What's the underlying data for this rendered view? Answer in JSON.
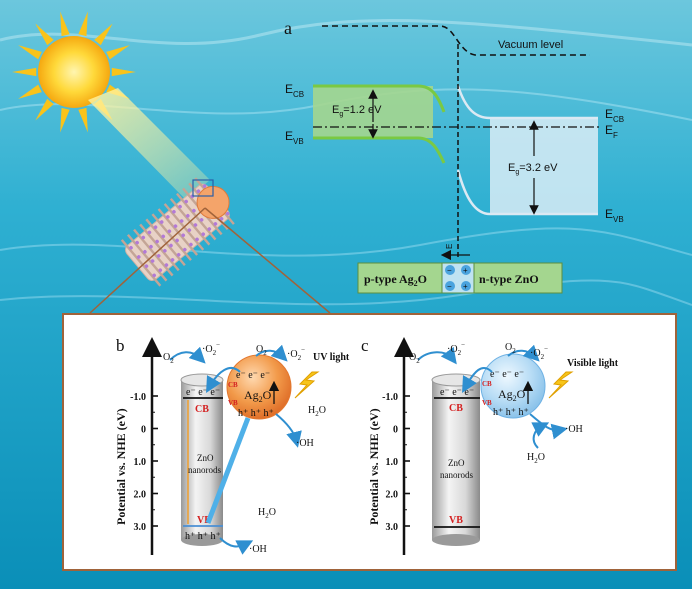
{
  "panel_a": {
    "letter": "a",
    "vacuum_level": "Vacuum level",
    "ag2o": {
      "ecb": "E",
      "ecb_sub": "CB",
      "evb": "E",
      "evb_sub": "VB",
      "eg": "E",
      "eg_sub": "g",
      "eg_val": "=1.2 eV"
    },
    "zno": {
      "ecb": "E",
      "ecb_sub": "CB",
      "ef": "E",
      "ef_sub": "F",
      "evb": "E",
      "evb_sub": "VB",
      "eg": "E",
      "eg_sub": "g",
      "eg_val": "=3.2 eV"
    },
    "junction": {
      "left": "p-type Ag",
      "left_sub": "2",
      "left_end": "O",
      "right": "n-type ZnO",
      "field_label": "E",
      "minus": "−",
      "plus": "+"
    }
  },
  "panel_b": {
    "letter": "b",
    "axis_title": "Potential   vs. NHE (eV)",
    "ticks": [
      "-1.0",
      "0",
      "1.0",
      "2.0",
      "3.0"
    ],
    "o2": "O",
    "o2_sub": "2",
    "o2_radical": "·O",
    "o2_radical_sub": "2",
    "o2_radical_sup": "−",
    "electrons": "e⁻  e⁻  e⁻",
    "holes": "h⁺  h⁺  h⁺",
    "zno_cb": "CB",
    "zno_vb": "VB",
    "zno_label_1": "ZnO",
    "zno_label_2": "nanorods",
    "ag2o": "Ag",
    "ag2o_sub": "2",
    "ag2o_end": "O",
    "sphere_cb": "CB",
    "sphere_vb": "VB",
    "light": "UV light",
    "h2o": "H",
    "h2o_sub": "2",
    "h2o_end": "O",
    "oh": "·OH"
  },
  "panel_c": {
    "letter": "c",
    "axis_title": "Potential   vs. NHE (eV)",
    "ticks": [
      "-1.0",
      "0",
      "1.0",
      "2.0",
      "3.0"
    ],
    "light": "Visible light",
    "zno_label_1": "ZnO",
    "zno_label_2": "nanorods"
  },
  "colors": {
    "water_top": "#4fb8d6",
    "water_bottom": "#0a93bc",
    "ag2o_gap_fill": "#a4d68f",
    "zno_gap_fill": "#d9ecf6",
    "frame": "#a0633a",
    "band_label_red": "#d42020",
    "sun": "#f9c31a",
    "ag2o_sphere_b": "#f08a3a",
    "ag2o_sphere_c": "#a9d6f2",
    "arrow_blue": "#2f8fd0"
  }
}
